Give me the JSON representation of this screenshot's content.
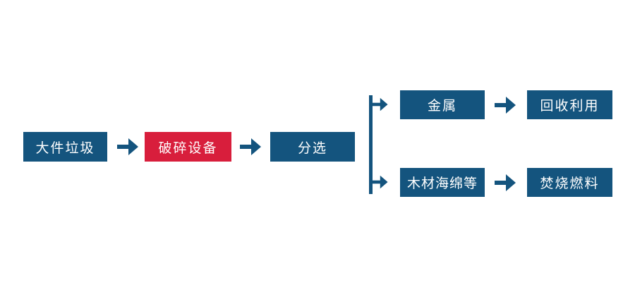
{
  "colors": {
    "primary_blue": "#14547E",
    "highlight_red": "#D81E3C",
    "node_text": "#FFFFFF",
    "background": "#FFFFFF"
  },
  "diagram": {
    "type": "flowchart",
    "nodes": {
      "bulky_waste": "大件垃圾",
      "crushing_equipment": "破碎设备",
      "sorting": "分选",
      "metal": "金属",
      "recycling": "回收利用",
      "wood_sponge_etc": "木材海绵等",
      "incineration_fuel": "焚烧燃料"
    },
    "edges": [
      {
        "from": "bulky_waste",
        "to": "crushing_equipment"
      },
      {
        "from": "crushing_equipment",
        "to": "sorting"
      },
      {
        "from": "sorting",
        "to": "metal"
      },
      {
        "from": "metal",
        "to": "recycling"
      },
      {
        "from": "sorting",
        "to": "wood_sponge_etc"
      },
      {
        "from": "wood_sponge_etc",
        "to": "incineration_fuel"
      }
    ]
  }
}
